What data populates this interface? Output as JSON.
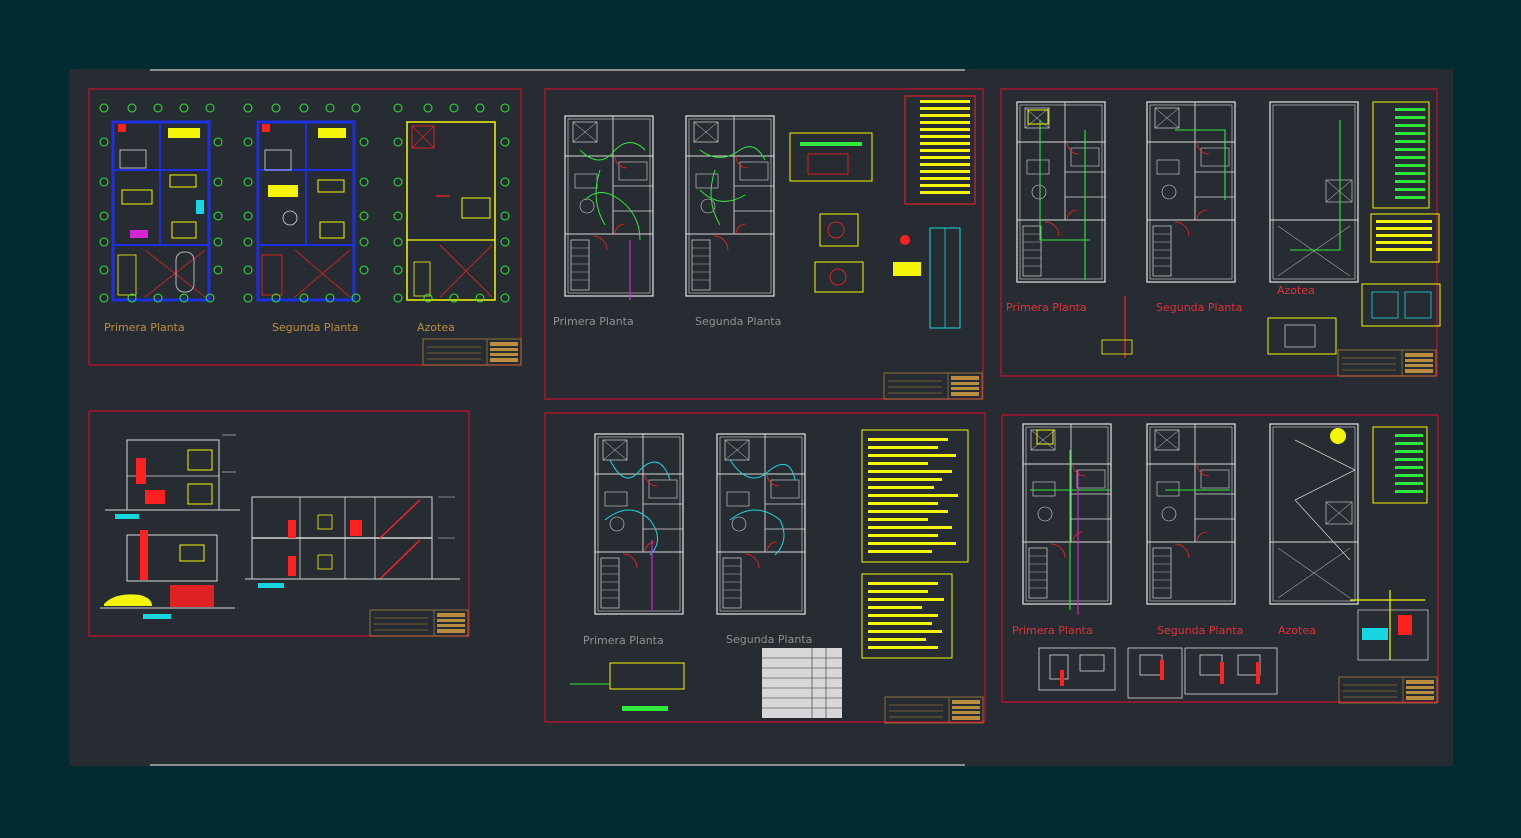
{
  "colors": {
    "background": "#002b30",
    "model_space": "#272c32",
    "sheet_border": "#c8102e",
    "wall_white": "#d7d7d7",
    "wall_blue": "#1d2fe0",
    "yellow": "#f5f50a",
    "green": "#2ee83a",
    "cyan": "#18d6e0",
    "magenta": "#d625d6",
    "red": "#ff2020",
    "label_tan": "#b98d3f",
    "label_grey": "#8f8f8f",
    "label_red": "#e0303a"
  },
  "sheets": {
    "arch": {
      "labels": [
        "Primera Planta",
        "Segunda Planta",
        "Azotea"
      ]
    },
    "elec": {
      "labels": [
        "Primera Planta",
        "Segunda Planta"
      ]
    },
    "san": {
      "labels": [
        "Primera Planta",
        "Segunda Planta",
        "Azotea"
      ]
    },
    "elev": {
      "labels": []
    },
    "inst": {
      "labels": [
        "Primera Planta",
        "Segunda Planta"
      ]
    },
    "agua": {
      "labels": [
        "Primera Planta",
        "Segunda Planta",
        "Azotea"
      ]
    }
  }
}
